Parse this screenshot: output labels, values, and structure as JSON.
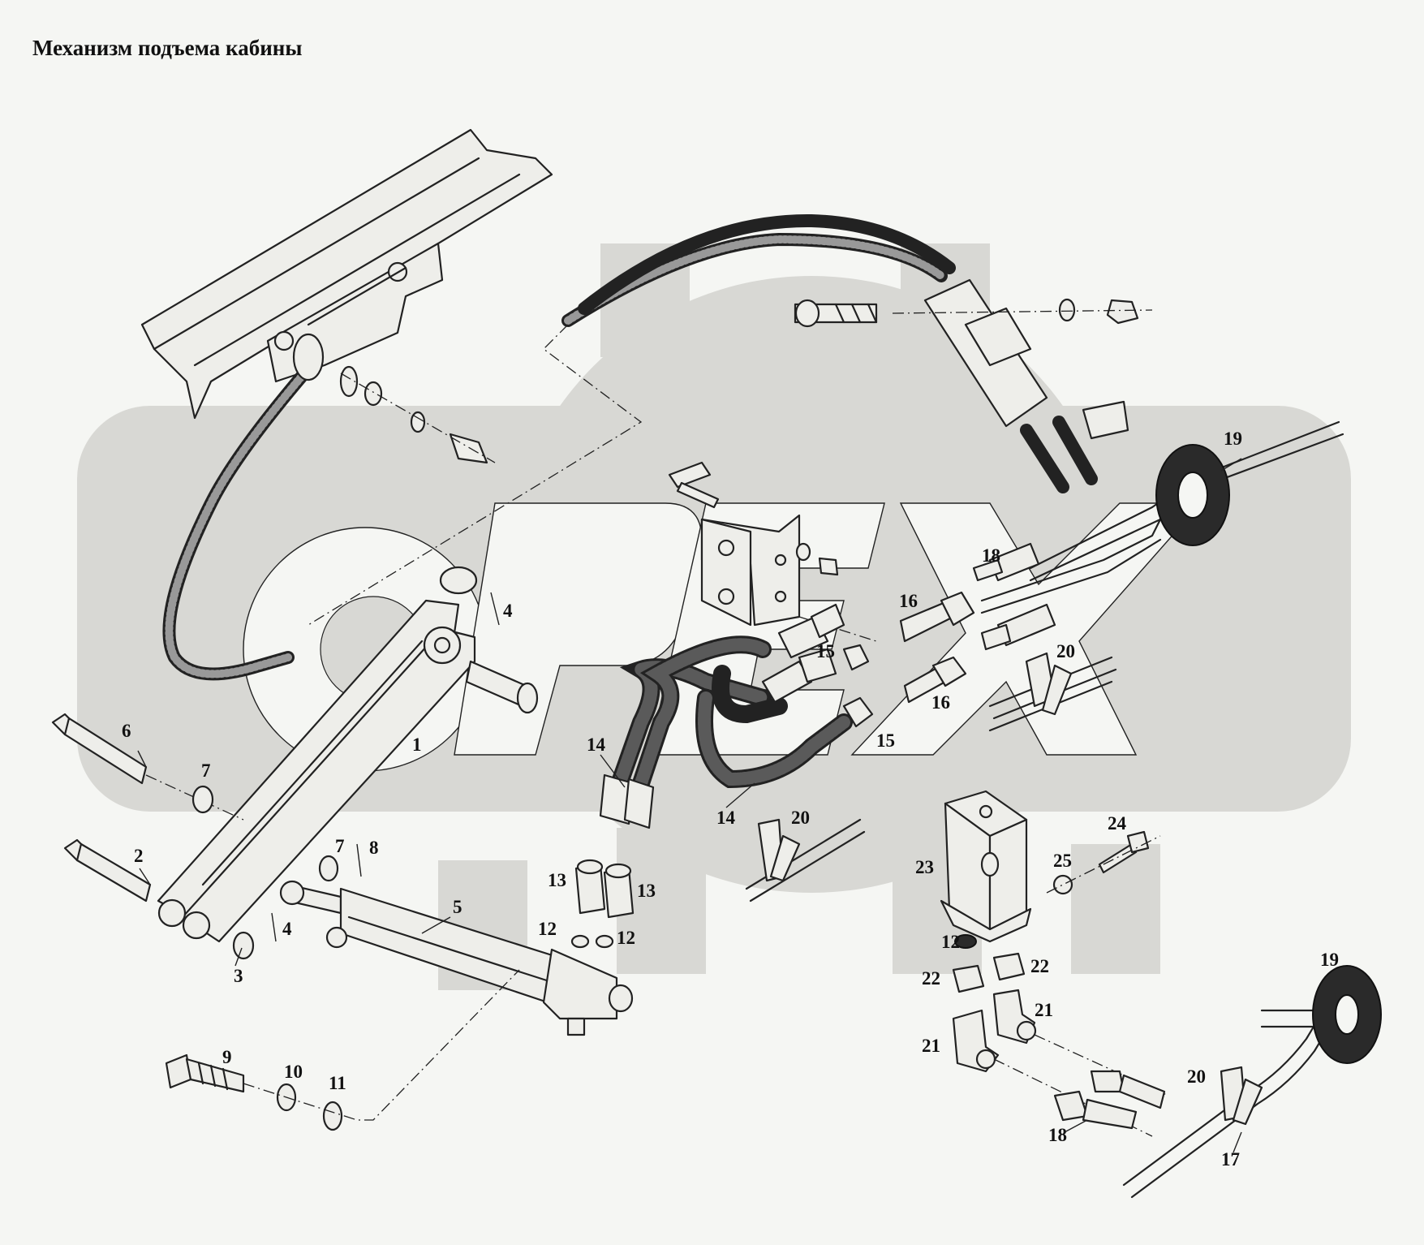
{
  "title": "Механизм подъема кабины",
  "callouts": [
    "1",
    "2",
    "3",
    "4",
    "4",
    "5",
    "6",
    "7",
    "7",
    "8",
    "9",
    "10",
    "11",
    "12",
    "12",
    "12",
    "13",
    "13",
    "14",
    "14",
    "15",
    "15",
    "16",
    "16",
    "17",
    "18",
    "18",
    "19",
    "19",
    "20",
    "20",
    "20",
    "21",
    "21",
    "22",
    "22",
    "23",
    "24",
    "25"
  ],
  "watermark": {
    "color": "#d8d8d4",
    "icon": "gear-logo-watermark"
  },
  "colors": {
    "line": "#222222",
    "background": "#f5f6f3",
    "part_fill": "#eeeeea"
  }
}
